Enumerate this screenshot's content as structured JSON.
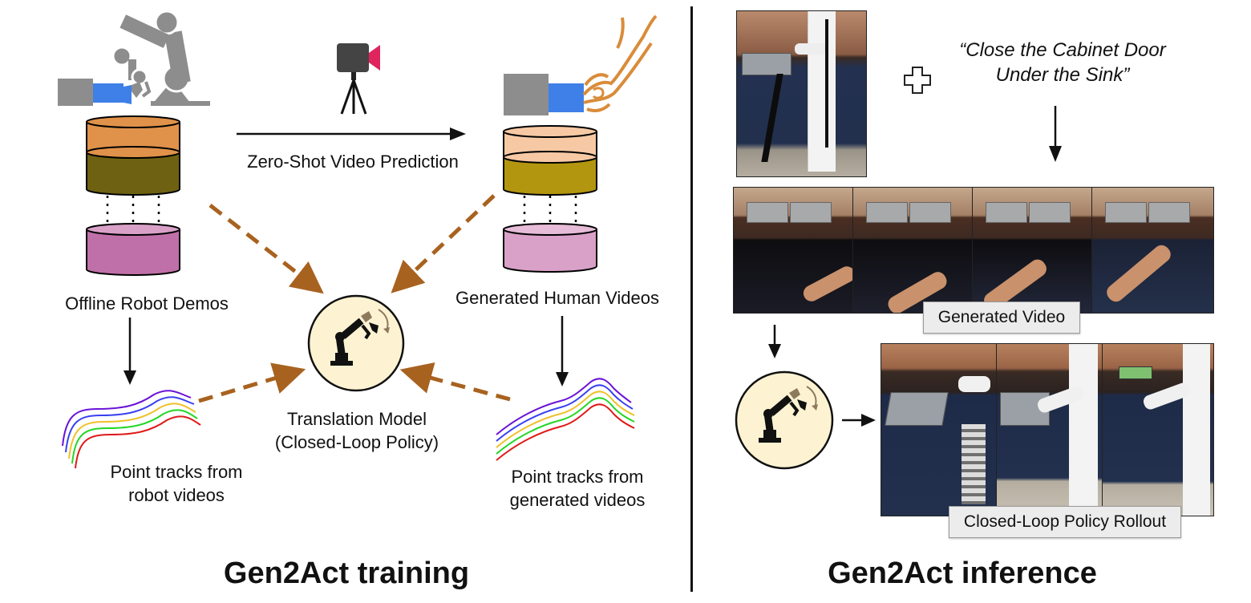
{
  "training": {
    "title": "Gen2Act training",
    "video_prediction": "Zero-Shot Video Prediction",
    "robot_demos": "Offline Robot Demos",
    "human_videos": "Generated Human Videos",
    "model_line1": "Translation Model",
    "model_line2": "(Closed-Loop Policy)",
    "tracks_robot_line1": "Point tracks from",
    "tracks_robot_line2": "robot videos",
    "tracks_generated_line1": "Point tracks from",
    "tracks_generated_line2": "generated videos"
  },
  "inference": {
    "title": "Gen2Act inference",
    "instruction_line1": "“Close the Cabinet Door",
    "instruction_line2": "Under the Sink”",
    "generated_video_label": "Generated Video",
    "rollout_label": "Closed-Loop Policy Rollout"
  },
  "icons": [
    "robot-arm-icon",
    "camera-icon",
    "human-hand-icon",
    "plus-icon",
    "robot-policy-icon"
  ],
  "colors": {
    "dashed_arrow": "#a8621f",
    "robot_layer_top": "#e0924a",
    "robot_layer_bottom": "#6e6212",
    "human_layer_top": "#f6c9a4",
    "human_layer_bottom": "#b3960f",
    "latent_layer": "#c070a8",
    "policy_circle": "#fdf3d2"
  }
}
